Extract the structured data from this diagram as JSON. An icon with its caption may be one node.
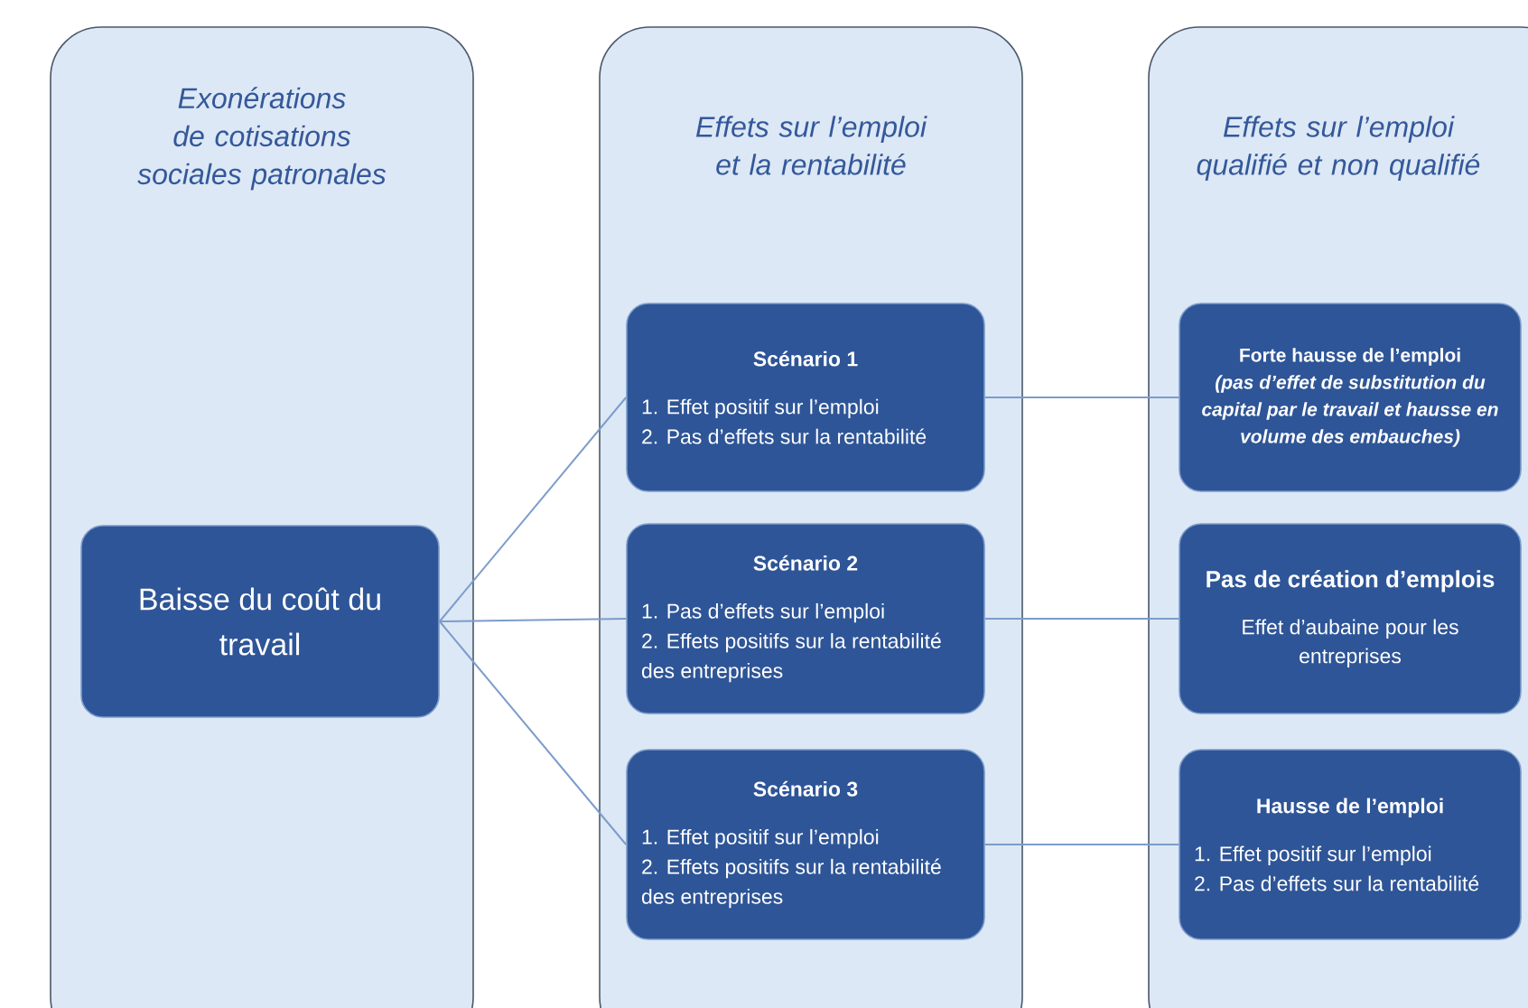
{
  "diagram": {
    "nodes": [
      {
        "text": [
          "Exonérations de cotisations sociales patronales"
        ]
      },
      {
        "text": [
          "Effets sur l’emploi et la rentabilité"
        ]
      },
      {
        "text": [
          "Effets sur l’emploi qualifié et non qualifié"
        ]
      },
      {
        "text": [
          "Baisse du coût du travail"
        ],
        "in": 0
      },
      {
        "text": [
          "Scénario 1",
          "1. Effet positif sur l’emploi",
          "2. Pas d’effets sur la rentabilité"
        ],
        "in": 1
      },
      {
        "text": [
          "Scénario 2",
          "1. Pas d’effets sur l’emploi",
          "2. Effets positifs sur la rentabilité des entreprises"
        ],
        "in": 1
      },
      {
        "text": [
          "Scénario 3",
          "1. Effet positif sur l’emploi",
          "2. Effets positifs sur la rentabilité des entreprises"
        ],
        "in": 1
      },
      {
        "text": [
          "Forte hausse de l’emploi",
          "(pas d’effet de substitution du capital par le travail et hausse en volume des embauches)"
        ],
        "in": 2
      },
      {
        "text": [
          "Pas de création d’emplois",
          "Effet d’aubaine pour les entreprises"
        ],
        "in": 2
      },
      {
        "text": [
          "Hausse de l’emploi",
          "1. Effet positif sur l’emploi",
          "2. Pas d’effets sur la rentabilité"
        ],
        "in": 2
      }
    ],
    "edges": [
      {
        "from": 3,
        "to": 4,
        "arrow": "none"
      },
      {
        "from": 3,
        "to": 5,
        "arrow": "none"
      },
      {
        "from": 3,
        "to": 6,
        "arrow": "none"
      },
      {
        "from": 4,
        "to": 7,
        "arrow": "none"
      },
      {
        "from": 5,
        "to": 8,
        "arrow": "none"
      },
      {
        "from": 6,
        "to": 9,
        "arrow": "none"
      }
    ]
  }
}
